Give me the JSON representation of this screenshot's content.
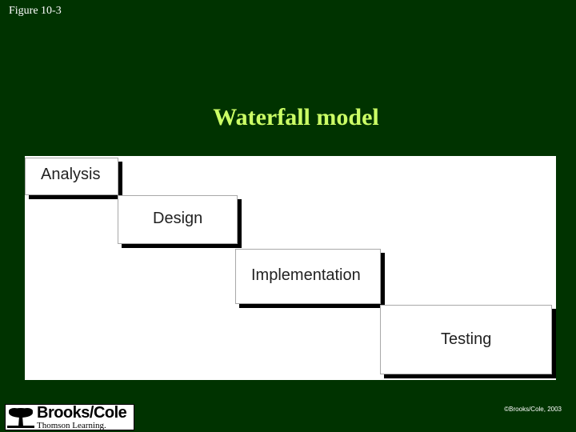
{
  "figure_label": "Figure 10-3",
  "title": "Waterfall model",
  "steps": [
    "Analysis",
    "Design",
    "Implementation",
    "Testing"
  ],
  "logo": {
    "brand": "Brooks/Cole",
    "subtitle": "Thomson Learning."
  },
  "copyright": "©Brooks/Cole, 2003",
  "colors": {
    "background": "#003300",
    "title": "#ccff66"
  }
}
